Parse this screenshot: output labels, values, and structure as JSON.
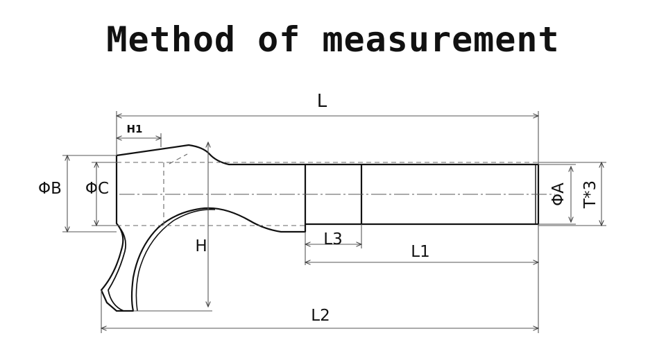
{
  "title": "Method of measurement",
  "dimensions": {
    "L": "L",
    "H1": "H1",
    "phi_B": "ΦB",
    "phi_C": "ΦC",
    "H": "H",
    "L3": "L3",
    "L1": "L1",
    "L2": "L2",
    "phi_A": "ΦA",
    "thread": "T*3"
  },
  "colors": {
    "line": "#111111",
    "dim_line": "#555555",
    "background": "#ffffff"
  }
}
